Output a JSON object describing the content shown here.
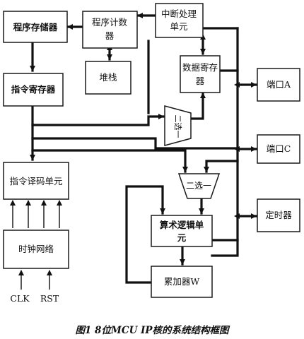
{
  "blocks": {
    "program_memory": "程序存储器",
    "program_counter_1": "程序计数",
    "program_counter_2": "器",
    "interrupt_1": "中断处理",
    "interrupt_2": "单元",
    "stack": "堆栈",
    "data_register_1": "数据寄存",
    "data_register_2": "器",
    "instruction_register": "指令寄存器",
    "mux_top": "二选一",
    "instruction_decoder": "指令译码单元",
    "mux_mid": "二选一",
    "alu_1": "算术逻辑单",
    "alu_2": "元",
    "clock_network": "时钟网络",
    "accumulator": "累加器W"
  },
  "ports": {
    "port_a": "端口A",
    "port_c": "端口C",
    "timer": "定时器"
  },
  "signals": {
    "clk": "CLK",
    "rst": "RST"
  },
  "caption": "图1  8位MCU IP核的系统结构框图"
}
